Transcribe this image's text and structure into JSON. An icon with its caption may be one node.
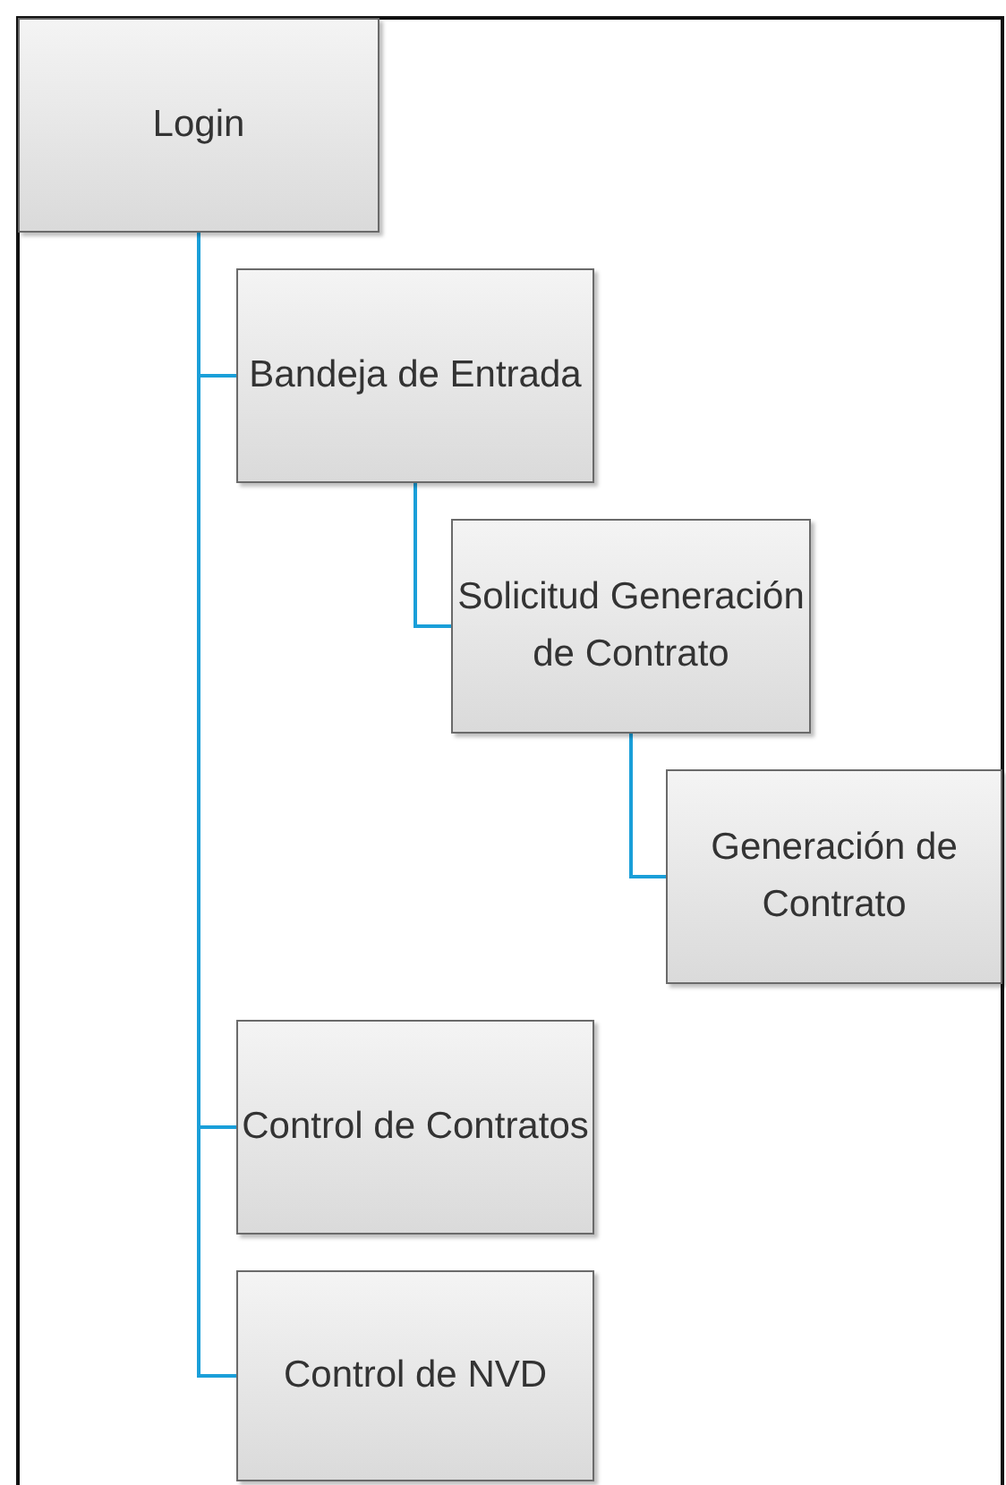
{
  "diagram": {
    "nodes": [
      {
        "text": [
          "Login"
        ]
      },
      {
        "text": [
          "Bandeja de Entrada"
        ]
      },
      {
        "text": [
          "Solicitud Generación de Contrato"
        ]
      },
      {
        "text": [
          "Generación de Contrato"
        ]
      },
      {
        "text": [
          "Control de Contratos"
        ]
      },
      {
        "text": [
          "Control de NVD"
        ]
      }
    ],
    "edges": [
      {
        "from": 0,
        "to": 1,
        "arrow": "none"
      },
      {
        "from": 1,
        "to": 2,
        "arrow": "none"
      },
      {
        "from": 2,
        "to": 3,
        "arrow": "none"
      },
      {
        "from": 0,
        "to": 4,
        "arrow": "none"
      },
      {
        "from": 0,
        "to": 5,
        "arrow": "none"
      }
    ]
  }
}
